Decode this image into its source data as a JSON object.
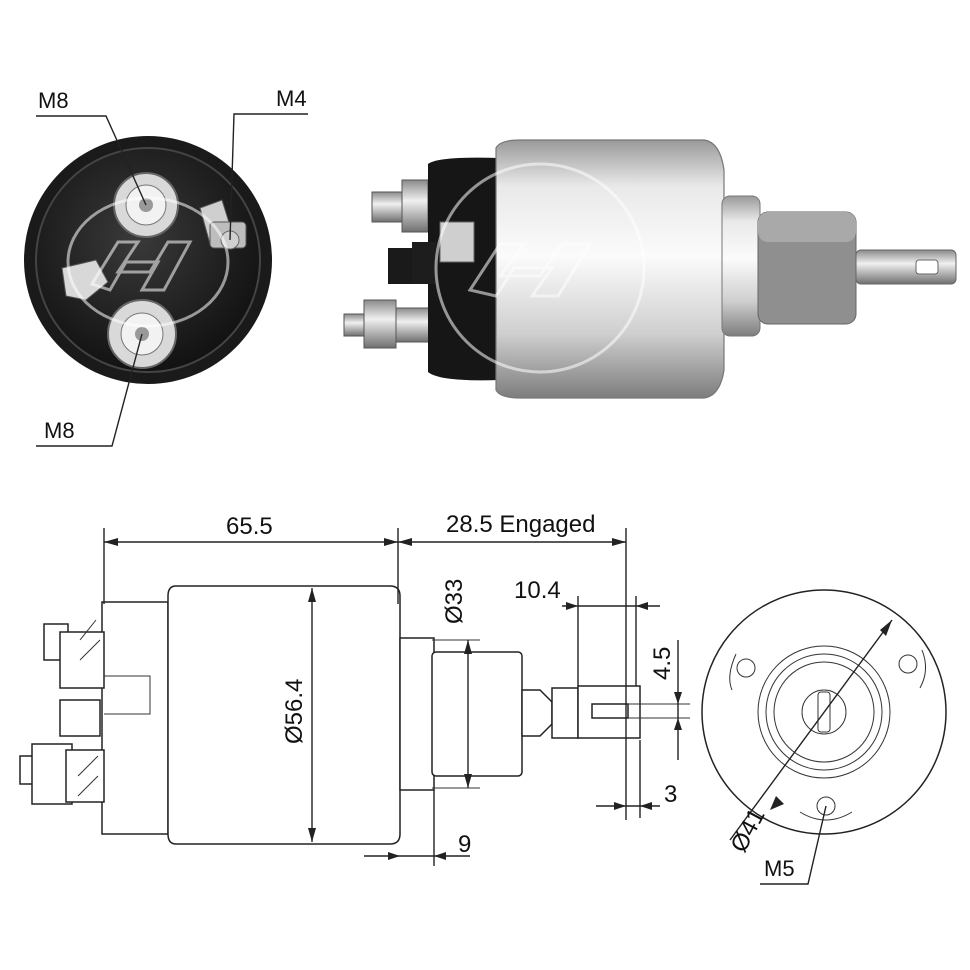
{
  "photo_end": {
    "labels": {
      "top_left": "M8",
      "top_right": "M4",
      "bottom_left": "M8"
    }
  },
  "photo_side": {},
  "drawing": {
    "dims": {
      "length": "65.5",
      "engaged": "28.5 Engaged",
      "dia_body": "Ø56.4",
      "dia_nose": "Ø33",
      "tab_len": "10.4",
      "tab_width": "4.5",
      "tab_offset": "3",
      "flange": "9"
    }
  },
  "end_view": {
    "dia": "Ø41",
    "thread": "M5"
  },
  "colors": {
    "cap_black": "#151515",
    "steel_light": "#e4e4e4",
    "steel_dark": "#8e8e8e",
    "line": "#222222"
  },
  "icons": [
    "zm-logo-watermark"
  ]
}
